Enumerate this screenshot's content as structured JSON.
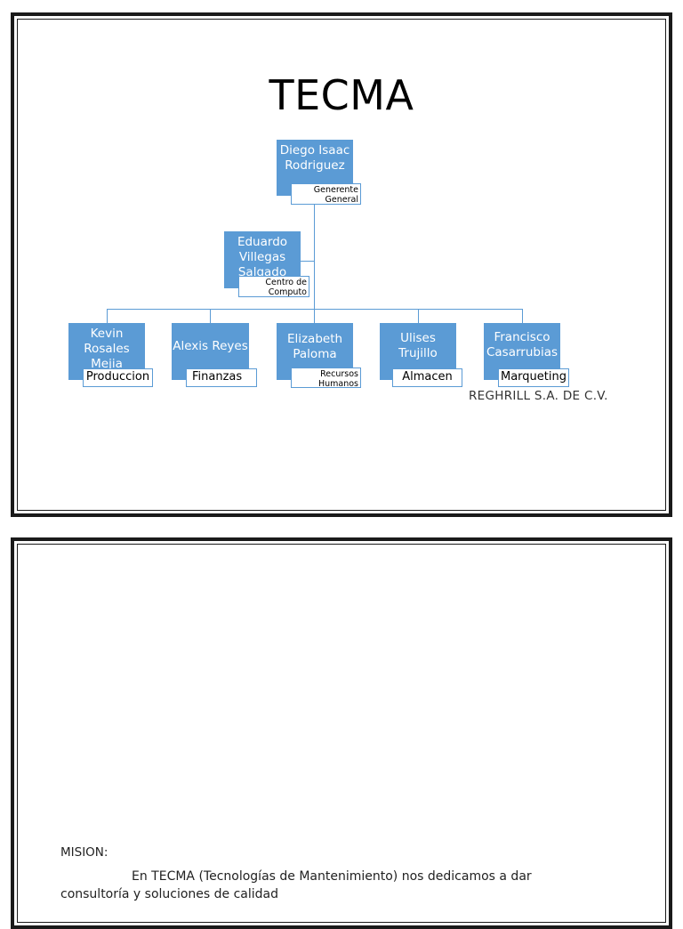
{
  "title": "TECMA",
  "company": "REGHRILL S.A. DE C.V.",
  "org_chart": {
    "root": {
      "name": "Diego Isaac Rodriguez",
      "role": "Generente General"
    },
    "assistant": {
      "name": "Eduardo Villegas Salgado",
      "role": "Centro de Computo"
    },
    "departments": [
      {
        "name": "Kevin Rosales Mejia",
        "role": "Produccion"
      },
      {
        "name": "Alexis Reyes",
        "role": "Finanzas"
      },
      {
        "name": "Elizabeth Paloma",
        "role": "Recursos Humanos"
      },
      {
        "name": "Ulises Trujillo",
        "role": "Almacen"
      },
      {
        "name": "Francisco Casarrubias",
        "role": "Marqueting"
      }
    ]
  },
  "mission": {
    "heading": "MISION:",
    "text": "En TECMA (Tecnologías de Mantenimiento) nos dedicamos a dar consultoría y soluciones de calidad"
  },
  "colors": {
    "node_fill": "#5b9bd5",
    "connector": "#5b9bd5",
    "frame": "#1a1a1a"
  }
}
